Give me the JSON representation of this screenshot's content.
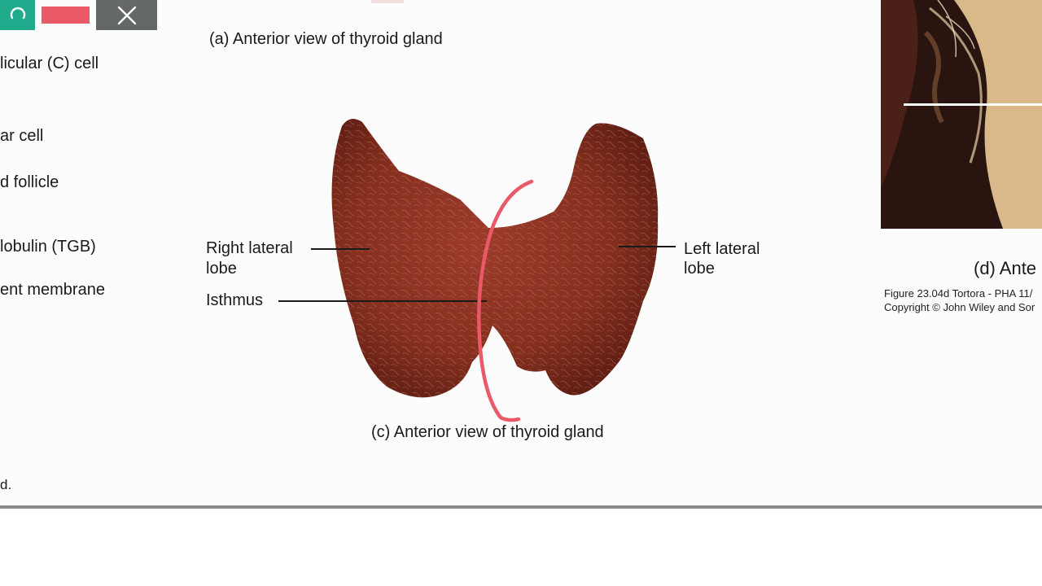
{
  "toolbar": {
    "undo_icon": "undo-arrow-icon",
    "pen_color": "#ea5968",
    "close_icon": "close-icon"
  },
  "left_column": {
    "labels": [
      "licular (C) cell",
      "ar cell",
      "d follicle",
      "lobulin (TGB)",
      "ent membrane",
      "d."
    ]
  },
  "main": {
    "caption_top": "(a) Anterior view of thyroid gland",
    "caption_bottom": "(c) Anterior view of thyroid gland",
    "right_lobe_line1": "Right lateral",
    "right_lobe_line2": "lobe",
    "isthmus": "Isthmus",
    "left_lobe_line1": "Left lateral",
    "left_lobe_line2": "lobe"
  },
  "right_panel": {
    "caption": "(d) Ante",
    "figure_line1": "Figure 23.04d  Tortora - PHA 11/",
    "figure_line2": "Copyright © John Wiley and Sor"
  },
  "colors": {
    "gland": "#8e3426",
    "annotation_stroke": "#ea5968",
    "divider": "#8a8a8a"
  }
}
